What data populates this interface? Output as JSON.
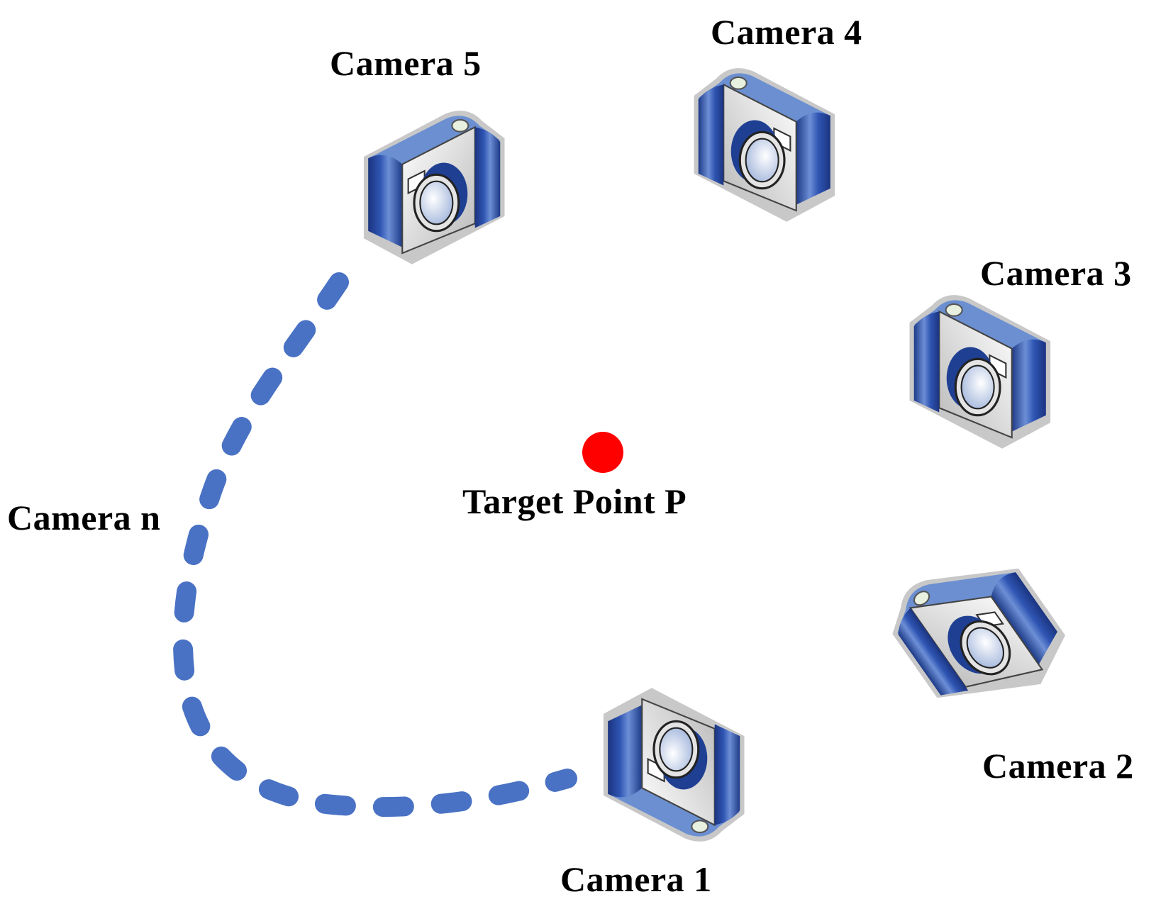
{
  "labels": {
    "camera1": "Camera 1",
    "camera2": "Camera 2",
    "camera3": "Camera 3",
    "camera4": "Camera 4",
    "camera5": "Camera 5",
    "camera_n": "Camera n",
    "target": "Target Point P"
  },
  "colors": {
    "camera_body": "#6b8fd1",
    "camera_dark": "#1d3a87",
    "dashed_path": "#4a72c4",
    "target_point": "#ff0000"
  },
  "icons": {
    "camera": "camera-icon",
    "target": "target-point-dot"
  }
}
